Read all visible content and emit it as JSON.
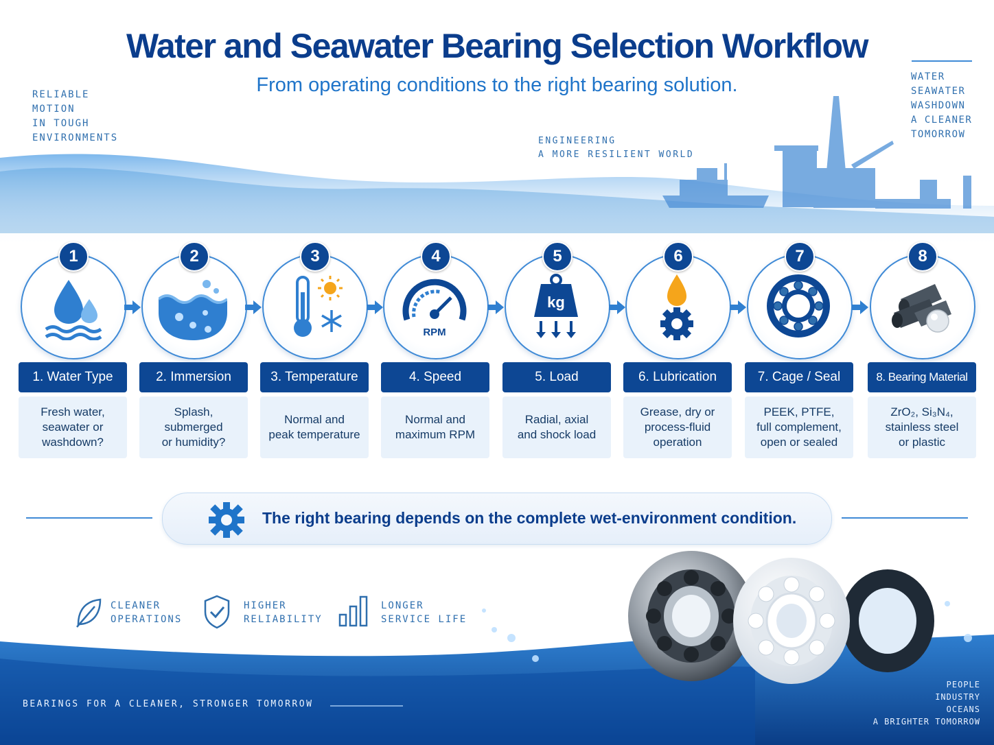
{
  "header": {
    "title": "Water and Seawater Bearing Selection Workflow",
    "subtitle": "From operating conditions to the right bearing solution."
  },
  "taglines": {
    "left": [
      "RELIABLE",
      "MOTION",
      "IN TOUGH",
      "ENVIRONMENTS"
    ],
    "center": [
      "ENGINEERING",
      "A MORE RESILIENT WORLD"
    ],
    "right": [
      "WATER",
      "SEAWATER",
      "WASHDOWN",
      "A CLEANER",
      "TOMORROW"
    ]
  },
  "steps": [
    {
      "number": "1",
      "label": "1. Water Type",
      "description": "Fresh water,\nseawater or\nwashdown?",
      "icon": "water-drops-icon"
    },
    {
      "number": "2",
      "label": "2. Immersion",
      "description": "Splash, submerged\nor humidity?",
      "icon": "water-immersion-icon"
    },
    {
      "number": "3",
      "label": "3. Temperature",
      "description": "Normal and\npeak temperature",
      "icon": "thermometer-icon"
    },
    {
      "number": "4",
      "label": "4. Speed",
      "description": "Normal and\nmaximum RPM",
      "icon": "speedometer-icon",
      "icon_text": "RPM"
    },
    {
      "number": "5",
      "label": "5. Load",
      "description": "Radial, axial\nand shock load",
      "icon": "weight-load-icon",
      "icon_text": "kg"
    },
    {
      "number": "6",
      "label": "6. Lubrication",
      "description": "Grease, dry or\nprocess-fluid\noperation",
      "icon": "oil-gear-icon"
    },
    {
      "number": "7",
      "label": "7. Cage / Seal",
      "description": "PEEK, PTFE,\nfull complement,\nopen or sealed",
      "icon": "ball-bearing-icon"
    },
    {
      "number": "8",
      "label": "8. Bearing Material",
      "description": "ZrO₂, Si₃N₄,\nstainless steel\nor plastic",
      "icon": "material-rods-icon"
    }
  ],
  "banner": {
    "text": "The right bearing depends on the complete wet-environment condition.",
    "icon": "gear-icon"
  },
  "benefits": [
    {
      "icon": "leaf-icon",
      "lines": [
        "CLEANER",
        "OPERATIONS"
      ]
    },
    {
      "icon": "shield-check-icon",
      "lines": [
        "HIGHER",
        "RELIABILITY"
      ]
    },
    {
      "icon": "bar-chart-icon",
      "lines": [
        "LONGER",
        "SERVICE LIFE"
      ]
    }
  ],
  "footer": {
    "left": "BEARINGS FOR A CLEANER, STRONGER TOMORROW",
    "right": [
      "PEOPLE",
      "INDUSTRY",
      "OCEANS",
      "A BRIGHTER TOMORROW"
    ]
  },
  "colors": {
    "primary": "#0d4794",
    "accent": "#1f74c9",
    "water": "#3a8fd8",
    "panel": "#e9f2fb"
  }
}
